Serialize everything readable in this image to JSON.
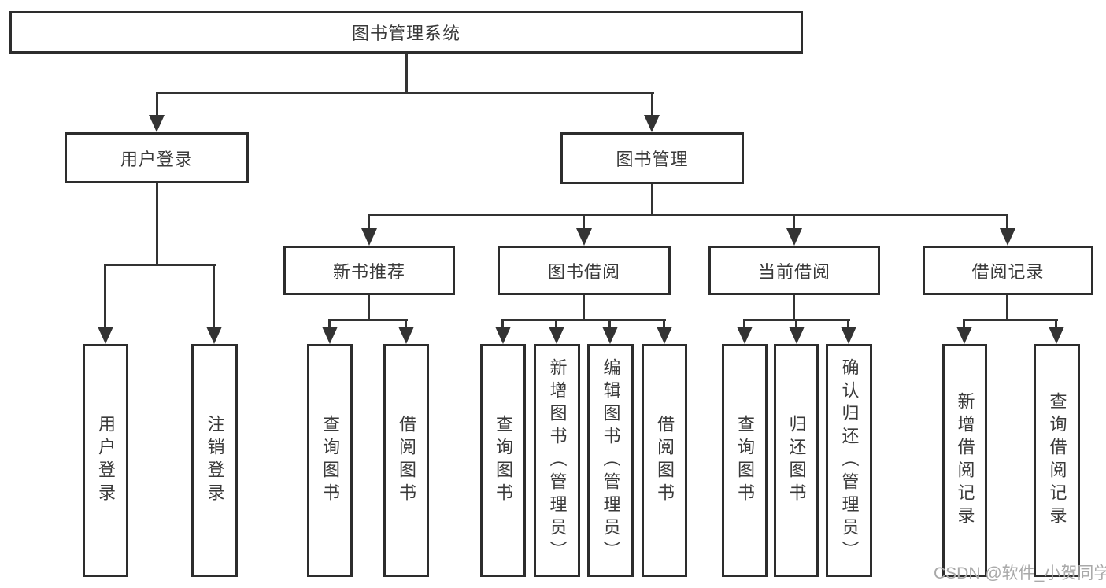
{
  "diagram": {
    "root": {
      "label": "图书管理系统"
    },
    "branches": [
      {
        "label": "用户登录",
        "children": [
          {
            "label": "用户登录"
          },
          {
            "label": "注销登录"
          }
        ]
      },
      {
        "label": "图书管理",
        "groups": [
          {
            "label": "新书推荐",
            "children": [
              {
                "label": "查询图书"
              },
              {
                "label": "借阅图书"
              }
            ]
          },
          {
            "label": "图书借阅",
            "children": [
              {
                "label": "查询图书"
              },
              {
                "label": "新增图书（管理员）"
              },
              {
                "label": "编辑图书（管理员）"
              },
              {
                "label": "借阅图书"
              }
            ]
          },
          {
            "label": "当前借阅",
            "children": [
              {
                "label": "查询图书"
              },
              {
                "label": "归还图书"
              },
              {
                "label": "确认归还（管理员）"
              }
            ]
          },
          {
            "label": "借阅记录",
            "children": [
              {
                "label": "新增借阅记录"
              },
              {
                "label": "查询借阅记录"
              }
            ]
          }
        ]
      }
    ]
  },
  "watermark": {
    "text": "CSDN @软件_小贺同学"
  },
  "colors": {
    "line": "#333333",
    "box_border": "#2d2d2d",
    "box_fill": "#ffffff",
    "text": "#3a3a3a",
    "watermark": "#a9a9a9",
    "background": "#ffffff"
  }
}
